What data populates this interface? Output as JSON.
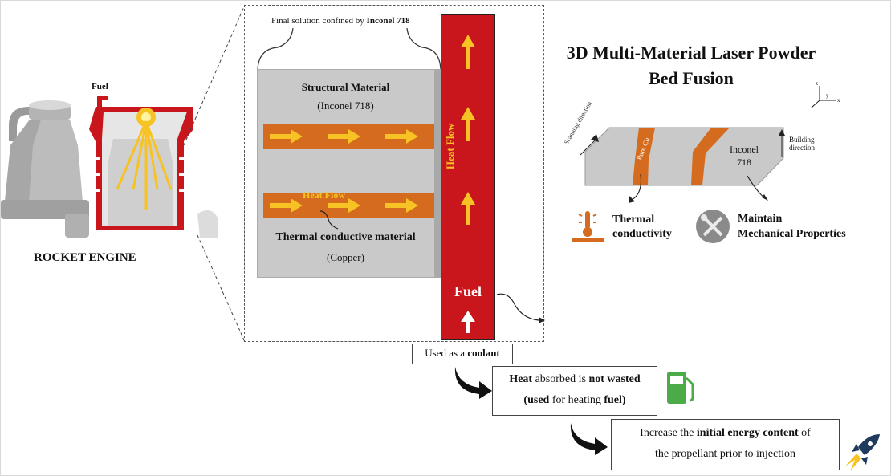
{
  "engine": {
    "fuel_label": "Fuel",
    "title": "ROCKET ENGINE"
  },
  "detail": {
    "caption_prefix": "Final solution confined by",
    "caption_bold": "Inconel 718",
    "structural_title": "Structural Material",
    "structural_sub": "(Inconel 718)",
    "heat_flow_horizontal": "Heat Flow",
    "conductive_title": "Thermal conductive material",
    "conductive_sub": "(Copper)",
    "heat_flow_vertical": "Heat Flow",
    "fuel_channel_label": "Fuel"
  },
  "lpbf": {
    "title_line1": "3D Multi-Material Laser Powder",
    "title_line2": "Bed Fusion",
    "axis_z": "z",
    "axis_y": "y",
    "axis_x": "x",
    "scanning_direction": "Scanning direction",
    "building_direction": "Building direction",
    "pure_cu": "Pure Cu",
    "inconel_label_1": "Inconel",
    "inconel_label_2": "718",
    "thermal_line1": "Thermal",
    "thermal_line2": "conductivity",
    "maintain_line1": "Maintain",
    "maintain_line2": "Mechanical Properties"
  },
  "flow": {
    "coolant_prefix": "Used as a",
    "coolant_bold": "coolant",
    "heat_b1": "Heat",
    "heat_t1": "absorbed is",
    "heat_b2": "not wasted",
    "heat_b3": "(used",
    "heat_t2": "for heating",
    "heat_b4": "fuel)",
    "energy_t1": "Increase the",
    "energy_b1": "initial  energy content",
    "energy_t2": "of",
    "energy_line2": "the propellant  prior to injection"
  },
  "colors": {
    "inconel_grey": "#c9c9c9",
    "copper_orange": "#d56b1e",
    "channel_red": "#c8161c",
    "arrow_yellow": "#f7c223",
    "fuel_green": "#4bab49"
  }
}
